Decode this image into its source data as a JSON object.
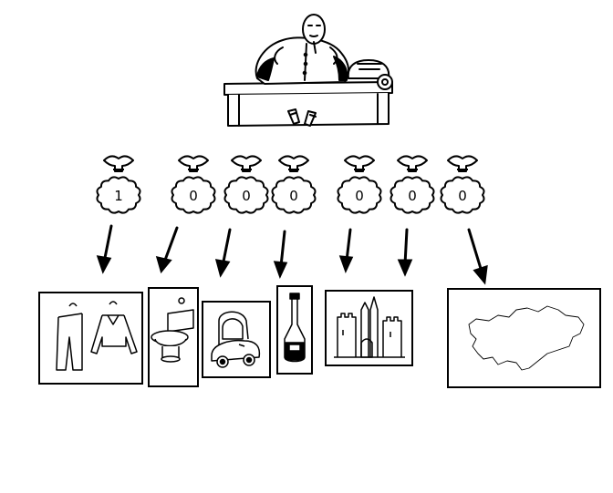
{
  "boss": {
    "illustration": "boss-at-desk-illustration"
  },
  "money_bags": [
    {
      "digit": "1"
    },
    {
      "digit": "0"
    },
    {
      "digit": "0"
    },
    {
      "digit": "0"
    },
    {
      "digit": "0"
    },
    {
      "digit": "0"
    },
    {
      "digit": "0"
    }
  ],
  "purchases": [
    {
      "icon": "clothes-icon"
    },
    {
      "icon": "toilet-icon"
    },
    {
      "icon": "car-icon"
    },
    {
      "icon": "cognac-bottle-icon"
    },
    {
      "icon": "castle-icon"
    },
    {
      "icon": "kazakhstan-map-icon"
    }
  ],
  "colors": {
    "ink": "#000000",
    "paper": "#ffffff"
  }
}
